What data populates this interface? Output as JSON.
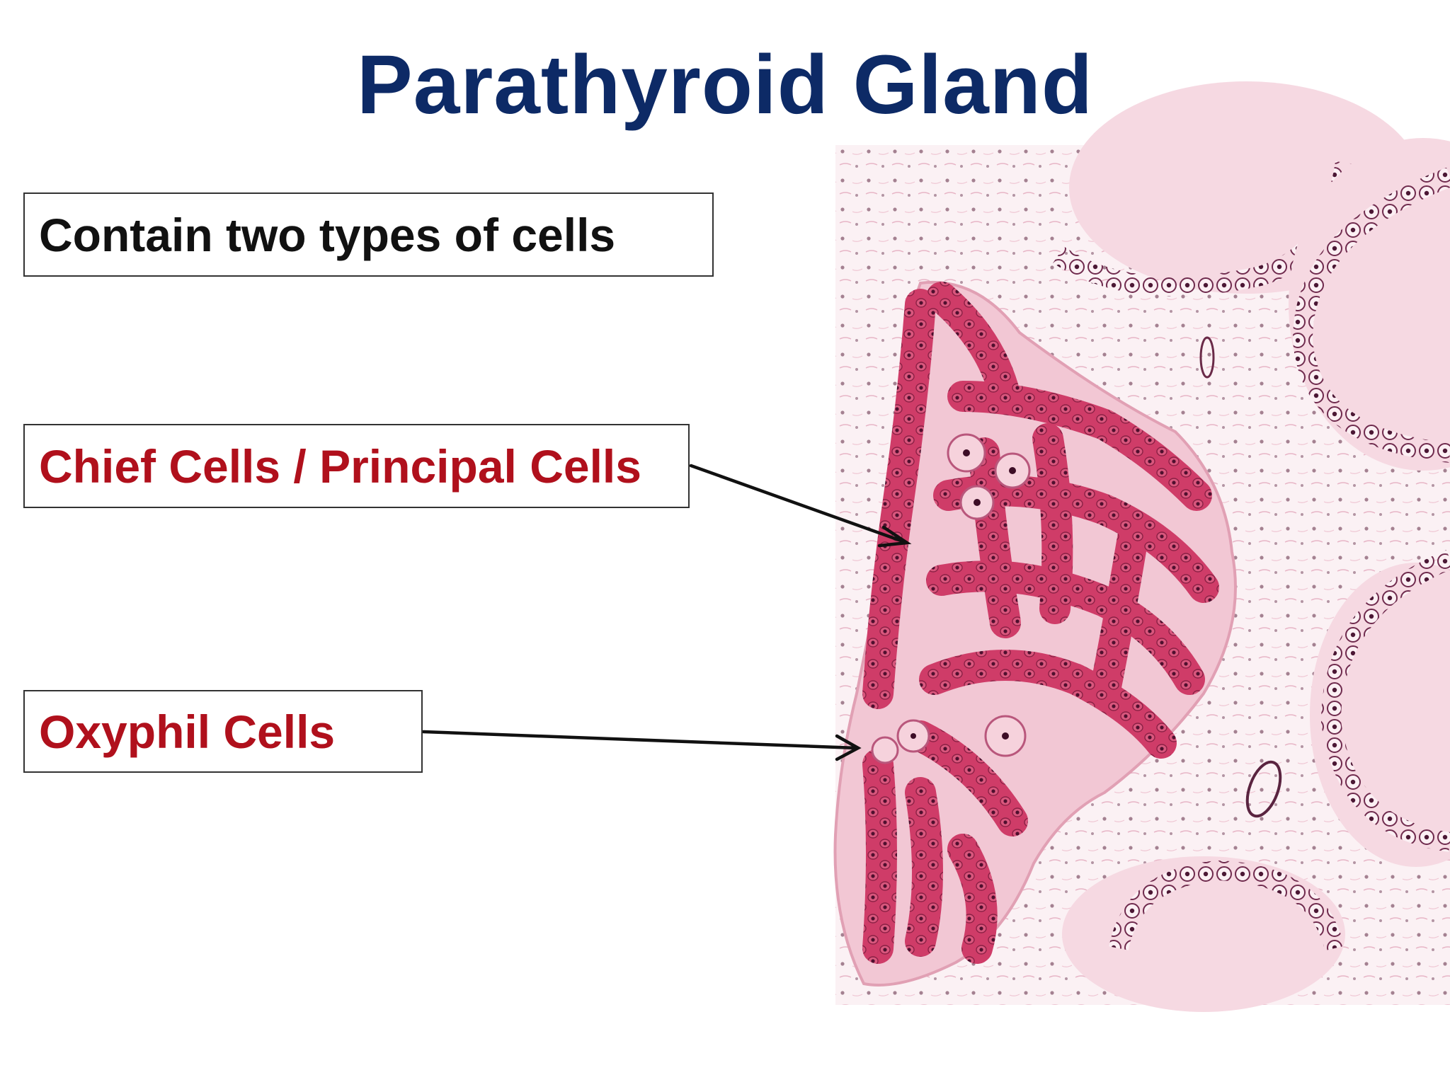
{
  "slide": {
    "title": "Parathyroid Gland",
    "labels": {
      "intro": "Contain two types of cells",
      "chief": "Chief Cells / Principal Cells",
      "oxyphil": "Oxyphil Cells"
    }
  },
  "colors": {
    "title": "#0d2a66",
    "label_red": "#b0101c",
    "tissue_pink": "#f4cfda",
    "cell_magenta": "#c8325f",
    "nucleus": "#5a1436"
  }
}
